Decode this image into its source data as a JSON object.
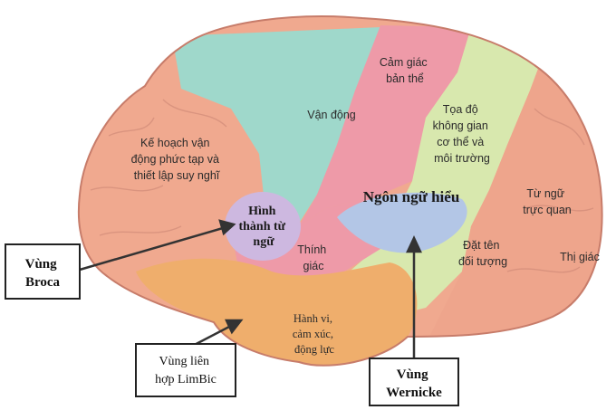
{
  "regions": {
    "planning": [
      "Kế hoạch vận",
      "động phức tạp và",
      "thiết lập suy nghĩ"
    ],
    "motor": "Vận động",
    "somatosensory": [
      "Cảm giác",
      "bản thể"
    ],
    "spatial": [
      "Tọa độ",
      "không gian",
      "cơ thể và",
      "môi trường"
    ],
    "visual_words": [
      "Từ ngữ",
      "trực quan"
    ],
    "vision": "Thị giác",
    "language": "Ngôn ngữ hiểu",
    "naming": [
      "Đặt tên",
      "đối tượng"
    ],
    "hearing": [
      "Thính",
      "giác"
    ],
    "word_forming": [
      "Hình",
      "thành từ",
      "ngữ"
    ],
    "behavior": [
      "Hành vi,",
      "cảm xúc,",
      "động lực"
    ]
  },
  "callouts": {
    "broca": [
      "Vùng",
      "Broca"
    ],
    "limbic": [
      "Vùng liên",
      "hợp LimBic"
    ],
    "wernicke": [
      "Vùng",
      "Wernicke"
    ]
  },
  "colors": {
    "frontal": "#f0a98f",
    "motor": "#9fd8cb",
    "somatosensory": "#ee9aa8",
    "parietal": "#d8e8ae",
    "occipital": "#eea58c",
    "temporal": "#ee9aa8",
    "wernicke": "#b3c6e6",
    "broca": "#cdb8e0",
    "limbic": "#efae6c"
  }
}
